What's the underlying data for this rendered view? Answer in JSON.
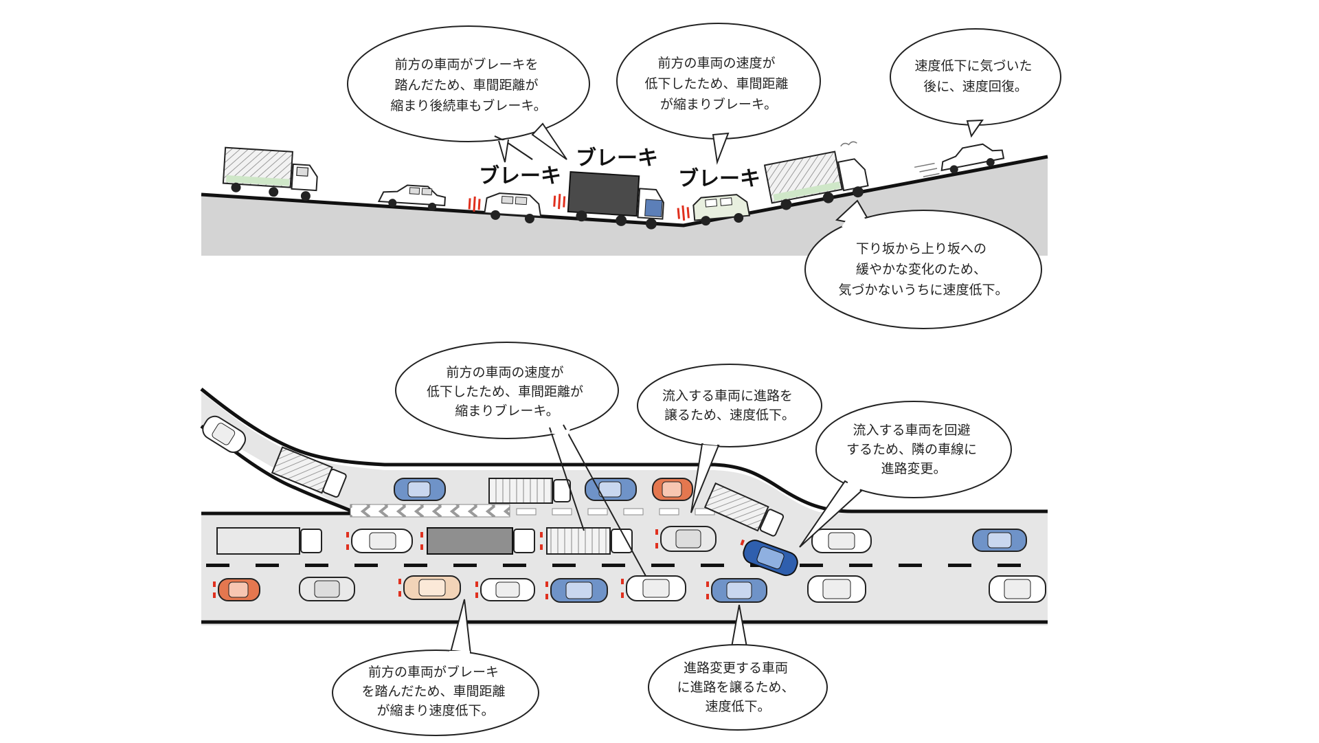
{
  "top_diagram": {
    "brake_labels": [
      "ブレーキ",
      "ブレーキ",
      "ブレーキ"
    ],
    "bubbles": [
      {
        "lines": [
          "前方の車両がブレーキを",
          "踏んだため、車間距離が",
          "縮まり後続車もブレーキ。"
        ]
      },
      {
        "lines": [
          "前方の車両の速度が",
          "低下したため、車間距離",
          "が縮まりブレーキ。"
        ]
      },
      {
        "lines": [
          "速度低下に気づいた",
          "後に、速度回復。"
        ]
      },
      {
        "lines": [
          "下り坂から上り坂への",
          "緩やかな変化のため、",
          "気づかないうちに速度低下。"
        ]
      }
    ]
  },
  "bottom_diagram": {
    "bubbles": [
      {
        "lines": [
          "前方の車両の速度が",
          "低下したため、車間距離が",
          "縮まりブレーキ。"
        ]
      },
      {
        "lines": [
          "流入する車両に進路を",
          "譲るため、速度低下。"
        ]
      },
      {
        "lines": [
          "流入する車両を回避",
          "するため、隣の車線に",
          "進路変更。"
        ]
      },
      {
        "lines": [
          "前方の車両がブレーキ",
          "を踏んだため、車間距離",
          "が縮まり速度低下。"
        ]
      },
      {
        "lines": [
          "進路変更する車両",
          "に進路を譲るため、",
          "速度低下。"
        ]
      }
    ]
  },
  "colors": {
    "ground": "#d4d4d4",
    "road": "#e6e6e6",
    "car_blue": "#6f93c8",
    "car_orange": "#e4774f",
    "car_peach": "#f2d4b8",
    "car_dark_blue": "#2f5fae",
    "brake_light": "#e0301e",
    "truck_cab_blue": "#5c7fb8",
    "truck_green_stripe": "#cfe7c8"
  }
}
